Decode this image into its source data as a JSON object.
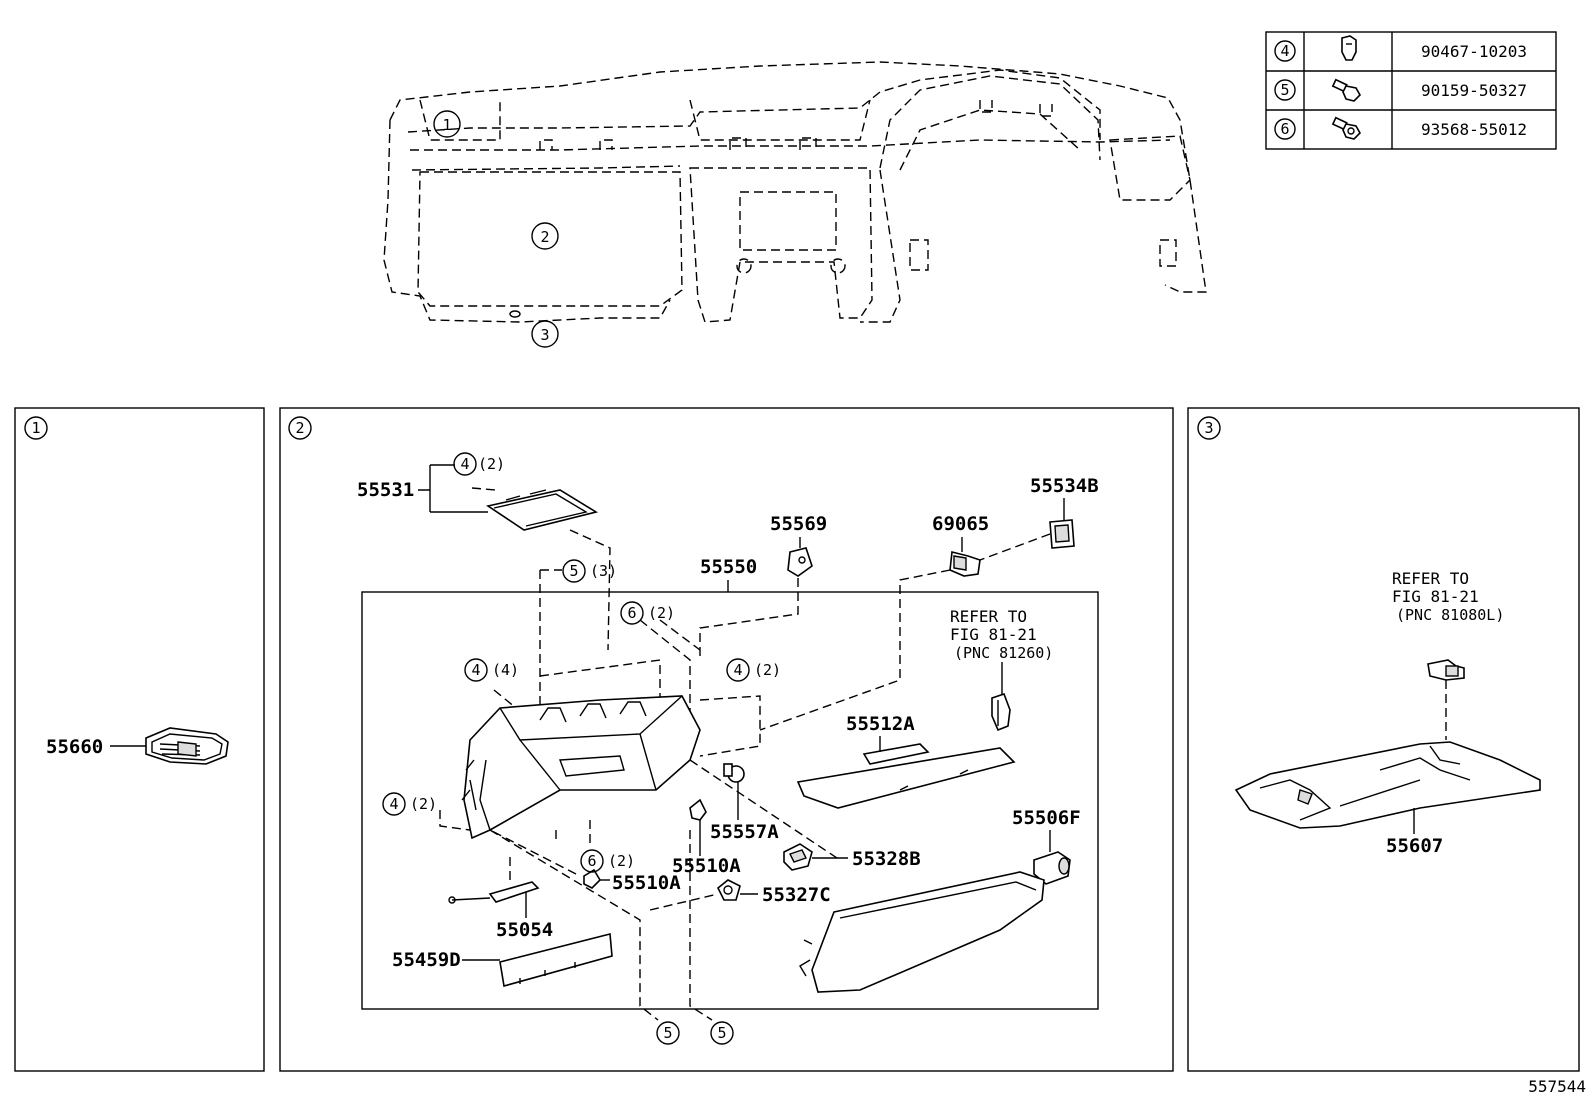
{
  "diagram_id": "557544",
  "legend_table": [
    {
      "callout": "4",
      "part_no": "90467-10203",
      "icon": "clip-icon"
    },
    {
      "callout": "5",
      "part_no": "90159-50327",
      "icon": "screw-icon"
    },
    {
      "callout": "6",
      "part_no": "93568-55012",
      "icon": "bolt-icon"
    }
  ],
  "overview": {
    "callouts": [
      "1",
      "2",
      "3"
    ]
  },
  "panel1": {
    "callout": "1",
    "parts": {
      "p55660": "55660"
    }
  },
  "panel2": {
    "callout": "2",
    "parts": {
      "p55531": "55531",
      "p55569": "55569",
      "p55550": "55550",
      "p69065": "69065",
      "p55534B": "55534B",
      "p55512A": "55512A",
      "p55557A": "55557A",
      "p55510A_1": "55510A",
      "p55510A_2": "55510A",
      "p55328B": "55328B",
      "p55327C": "55327C",
      "p55506F": "55506F",
      "p55054": "55054",
      "p55459D": "55459D"
    },
    "callouts": {
      "c4_top": "4",
      "q4_top": "(2)",
      "c5_top": "5",
      "q5_top": "(3)",
      "c6_top": "6",
      "q6_top": "(2)",
      "c4_left": "4",
      "q4_left": "(4)",
      "c4_right": "4",
      "q4_right": "(2)",
      "c4_side": "4",
      "q4_side": "(2)",
      "c6_bottom": "6",
      "q6_bottom": "(2)",
      "c5_bl": "5",
      "c5_br": "5"
    },
    "refer": {
      "line1": "REFER TO",
      "line2": "FIG 81-21",
      "line3": "(PNC 81260)"
    }
  },
  "panel3": {
    "callout": "3",
    "parts": {
      "p55607": "55607"
    },
    "refer": {
      "line1": "REFER TO",
      "line2": "FIG 81-21",
      "line3": "(PNC 81080L)"
    }
  }
}
